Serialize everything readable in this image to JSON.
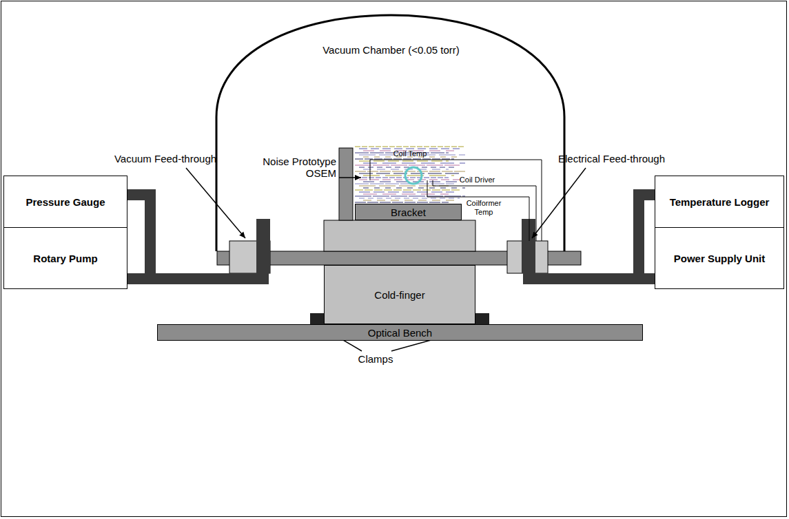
{
  "diagram": {
    "nodes": [
      {
        "text": [
          "Vacuum Chamber (<0.05 torr)"
        ]
      },
      {
        "text": [
          "Bracket"
        ],
        "in": 0
      },
      {
        "text": [
          "Pressure Gauge"
        ]
      },
      {
        "text": [
          "Rotary Pump"
        ]
      },
      {
        "text": [
          "Temperature Logger"
        ]
      },
      {
        "text": [
          "Power Supply Unit"
        ]
      },
      {
        "text": [
          "Cold-finger"
        ]
      },
      {
        "text": [
          "Optical Bench"
        ]
      }
    ],
    "edges": [
      {
        "from": 2,
        "to": 0,
        "arrow": "none"
      },
      {
        "from": 3,
        "to": 0,
        "arrow": "none"
      },
      {
        "from": 4,
        "to": 0,
        "arrow": "none"
      },
      {
        "from": 5,
        "to": 0,
        "arrow": "none"
      }
    ],
    "labels": [
      "Vacuum Feed-through",
      "Electrical Feed-through",
      "Noise Prototype OSEM",
      "Coil Temp",
      "Coil Driver",
      "Coilformer Temp",
      "Clamps"
    ]
  }
}
